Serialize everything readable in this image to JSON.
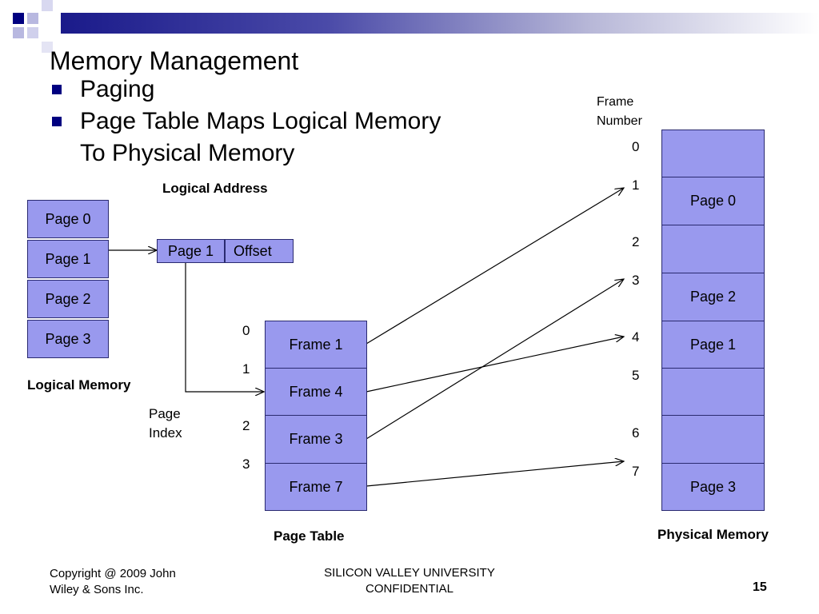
{
  "title": "Memory Management",
  "bullets": [
    "Paging",
    "Page Table Maps Logical Memory",
    "To Physical Memory"
  ],
  "logical_memory": {
    "pages": [
      "Page 0",
      "Page 1",
      "Page 2",
      "Page 3"
    ],
    "label": "Logical Memory"
  },
  "logical_address": {
    "label": "Logical  Address",
    "page": "Page 1",
    "offset": "Offset"
  },
  "page_index_label": [
    "Page",
    "Index"
  ],
  "page_table": {
    "indices": [
      "0",
      "1",
      "2",
      "3"
    ],
    "entries": [
      "Frame 1",
      "Frame 4",
      "Frame 3",
      "Frame 7"
    ],
    "label": "Page Table"
  },
  "frame_number_label": [
    "Frame",
    "Number"
  ],
  "frame_numbers": [
    "0",
    "1",
    "2",
    "3",
    "4",
    "5",
    "6",
    "7"
  ],
  "physical_memory": {
    "frames": [
      "",
      "Page 0",
      "",
      "Page 2",
      "Page 1",
      "",
      "",
      "Page 3"
    ],
    "label": "Physical Memory"
  },
  "footer": {
    "copyright": [
      "Copyright @ 2009 John",
      "Wiley & Sons Inc."
    ],
    "confidential": [
      "SILICON VALLEY UNIVERSITY",
      "CONFIDENTIAL"
    ],
    "page_number": "15"
  },
  "colors": {
    "box_fill": "#9999ee",
    "box_border": "#2a2a70",
    "bullet": "#000080"
  }
}
